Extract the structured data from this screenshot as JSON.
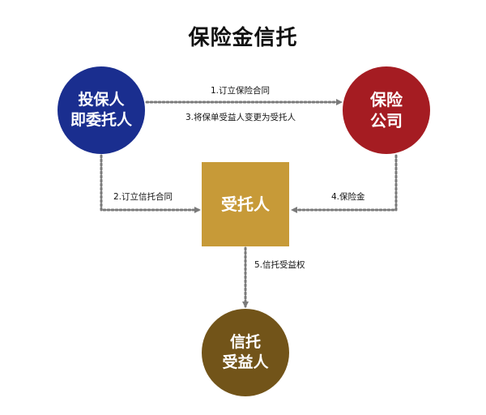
{
  "diagram": {
    "title": "保险金信托",
    "nodes": {
      "policyholder": [
        "投保人",
        "即委托人"
      ],
      "insurer": [
        "保险",
        "公司"
      ],
      "trustee": [
        "受托人"
      ],
      "beneficiary": [
        "信托",
        "受益人"
      ]
    },
    "edges": [
      {
        "from": "policyholder",
        "to": "insurer",
        "label": "1.订立保险合同"
      },
      {
        "from": "policyholder",
        "to": "trustee",
        "label": "2.订立信托合同"
      },
      {
        "from": "policyholder",
        "to": "insurer",
        "label": "3.将保单受益人变更为受托人"
      },
      {
        "from": "insurer",
        "to": "trustee",
        "label": "4.保险金"
      },
      {
        "from": "trustee",
        "to": "beneficiary",
        "label": "5.信托受益权"
      }
    ],
    "colors": {
      "policyholder": "#1a2e8f",
      "insurer": "#a51c22",
      "trustee": "#c79a38",
      "beneficiary": "#725419",
      "arrow": "#7a7a7a"
    }
  }
}
